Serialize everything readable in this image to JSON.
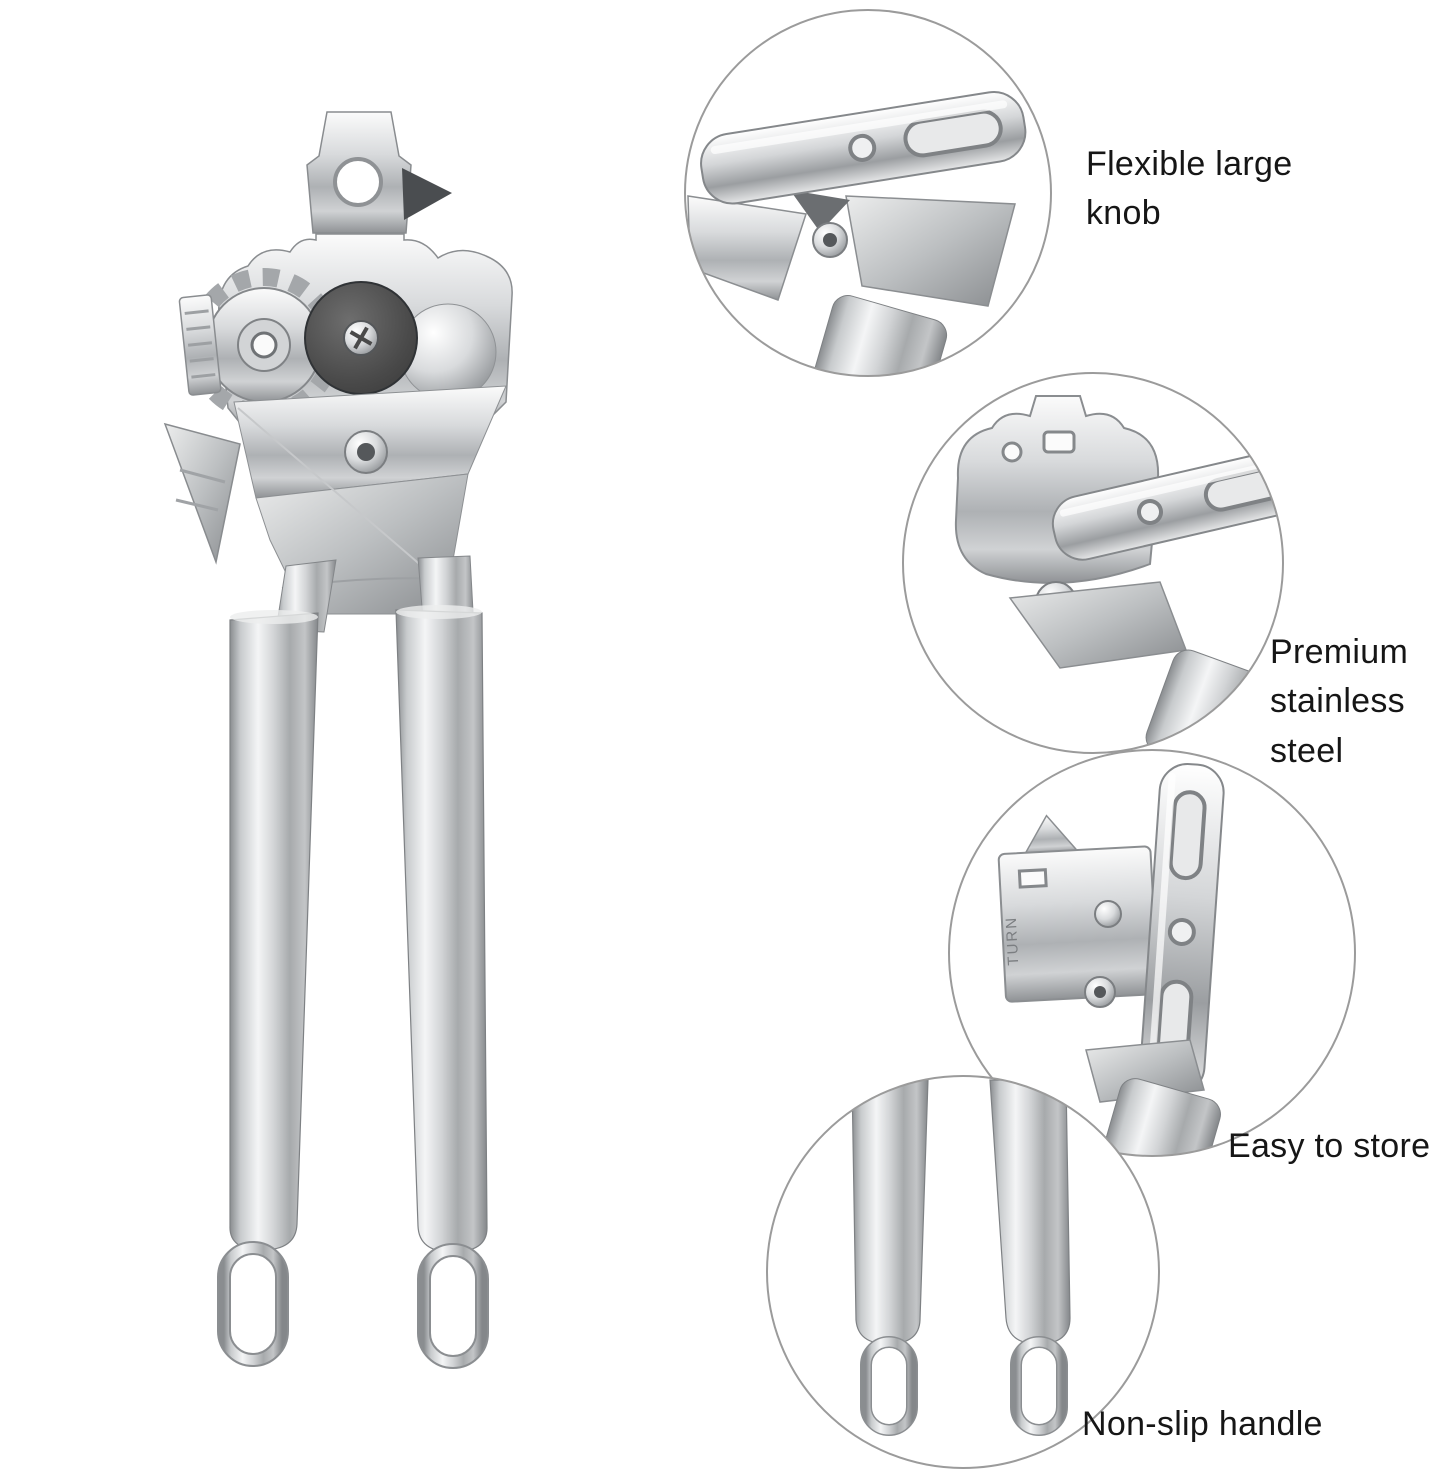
{
  "callouts": {
    "knob": {
      "label": "Flexible large knob"
    },
    "steel": {
      "label": "Premium stainless steel"
    },
    "store": {
      "label": "Easy to store",
      "etched_text": "TURN"
    },
    "handle": {
      "label": "Non-slip handle"
    }
  },
  "colors": {
    "circle_outline": "#9b9b9b",
    "label_text": "#161616",
    "chrome_highlight": "#f6f7f8",
    "chrome_mid": "#c7c9cb",
    "chrome_shadow": "#84878a",
    "cutter_disc": "#474747"
  }
}
